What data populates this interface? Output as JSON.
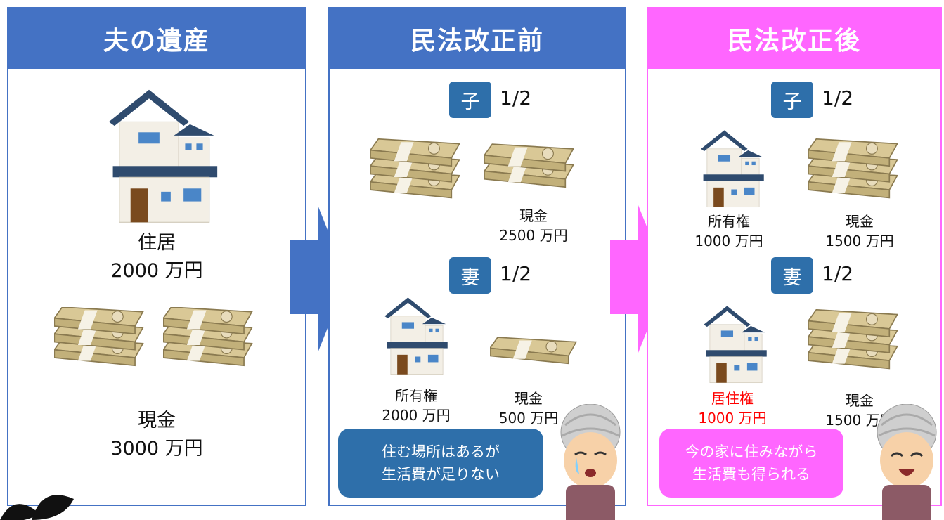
{
  "colors": {
    "blue": "#4472c4",
    "badge_blue": "#2e6faa",
    "pink": "#ff66ff",
    "red": "#ff0000"
  },
  "icons": [
    "house-icon",
    "money-bundle-icon",
    "arrow-right-icon",
    "grandmother-crying-icon",
    "grandmother-smiling-icon",
    "leaf-logo-icon"
  ],
  "panel_inheritance": {
    "title": "夫の遺産",
    "house_label": "住居",
    "house_value": "2000 万円",
    "cash_label": "現金",
    "cash_value": "3000 万円"
  },
  "panel_before": {
    "title": "民法改正前",
    "child": {
      "badge": "子",
      "fraction": "1/2",
      "cash_label": "現金",
      "cash_value": "2500 万円"
    },
    "wife": {
      "badge": "妻",
      "fraction": "1/2",
      "right_label": "所有権",
      "right_value": "2000 万円",
      "cash_label": "現金",
      "cash_value": "500 万円"
    },
    "bubble": [
      "住む場所はあるが",
      "生活費が足りない"
    ]
  },
  "panel_after": {
    "title": "民法改正後",
    "child": {
      "badge": "子",
      "fraction": "1/2",
      "right_label": "所有権",
      "right_value": "1000 万円",
      "cash_label": "現金",
      "cash_value": "1500 万円"
    },
    "wife": {
      "badge": "妻",
      "fraction": "1/2",
      "right_label": "居住権",
      "right_value": "1000 万円",
      "cash_label": "現金",
      "cash_value": "1500 万円"
    },
    "bubble": [
      "今の家に住みながら",
      "生活費も得られる"
    ]
  }
}
